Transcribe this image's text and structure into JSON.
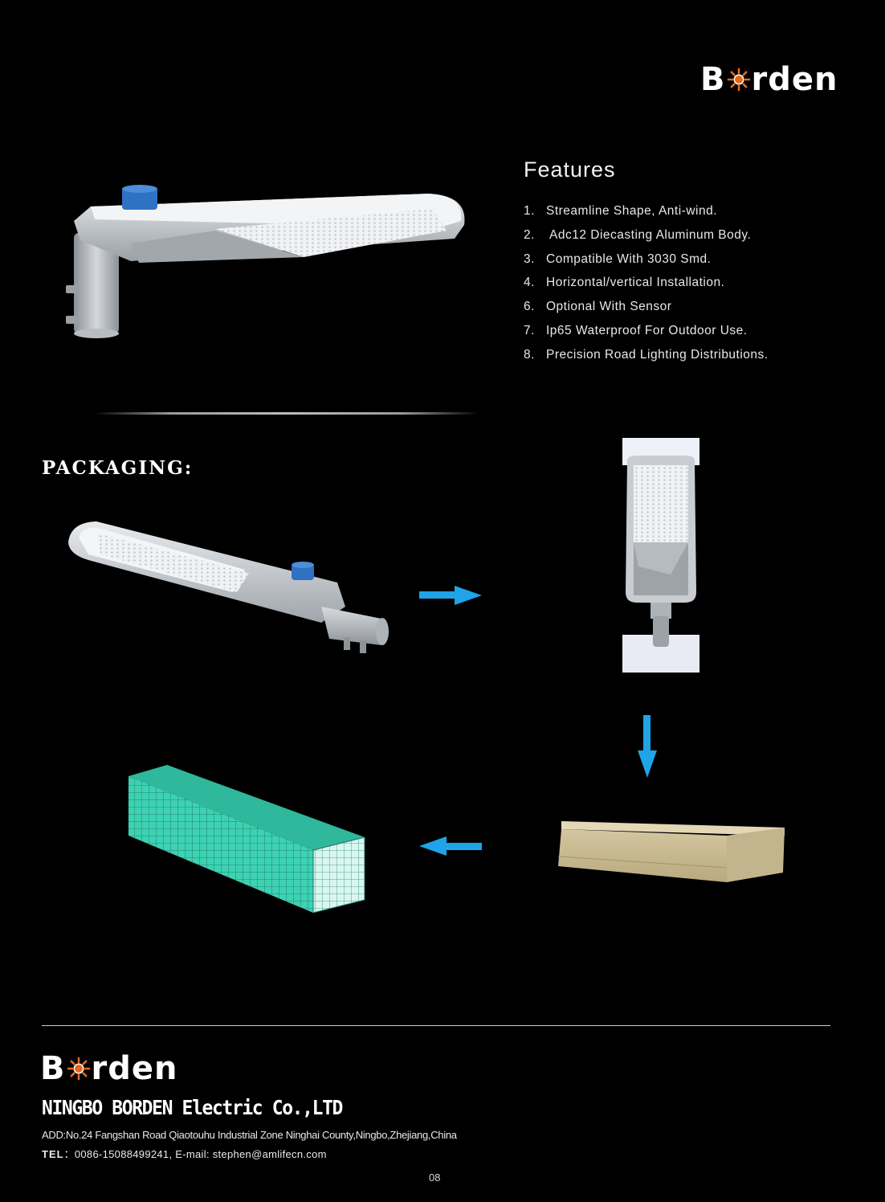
{
  "brand": {
    "logo_prefix": "B",
    "logo_suffix": "rden",
    "logo_colors": {
      "sun": "#e5681d",
      "text": "#ffffff"
    }
  },
  "features": {
    "title": "Features",
    "items": [
      {
        "num": "1.",
        "text": "Streamline Shape, Anti-wind."
      },
      {
        "num": "2.",
        "text": "Adc12 Diecasting Aluminum Body."
      },
      {
        "num": "3.",
        "text": "Compatible With 3030 Smd."
      },
      {
        "num": "4.",
        "text": "Horizontal/vertical Installation."
      },
      {
        "num": "6.",
        "text": "Optional With Sensor"
      },
      {
        "num": "7.",
        "text": "Ip65 Waterproof For Outdoor Use."
      },
      {
        "num": "8.",
        "text": "Precision Road Lighting Distributions."
      }
    ]
  },
  "packaging": {
    "title": "PACKAGING:",
    "arrow_color": "#1fa4e8",
    "foam_color": "#3cd2b2",
    "box_color": "#c8b993"
  },
  "footer": {
    "company_name": "NINGBO BORDEN Electric Co.,LTD",
    "address": "ADD:No.24 Fangshan Road Qiaotouhu Industrial Zone Ninghai County,Ningbo,Zhejiang,China",
    "tel_label": "TEL",
    "contact": "：0086-15088499241, E-mail: stephen@amlifecn.com",
    "page_number": "08"
  }
}
